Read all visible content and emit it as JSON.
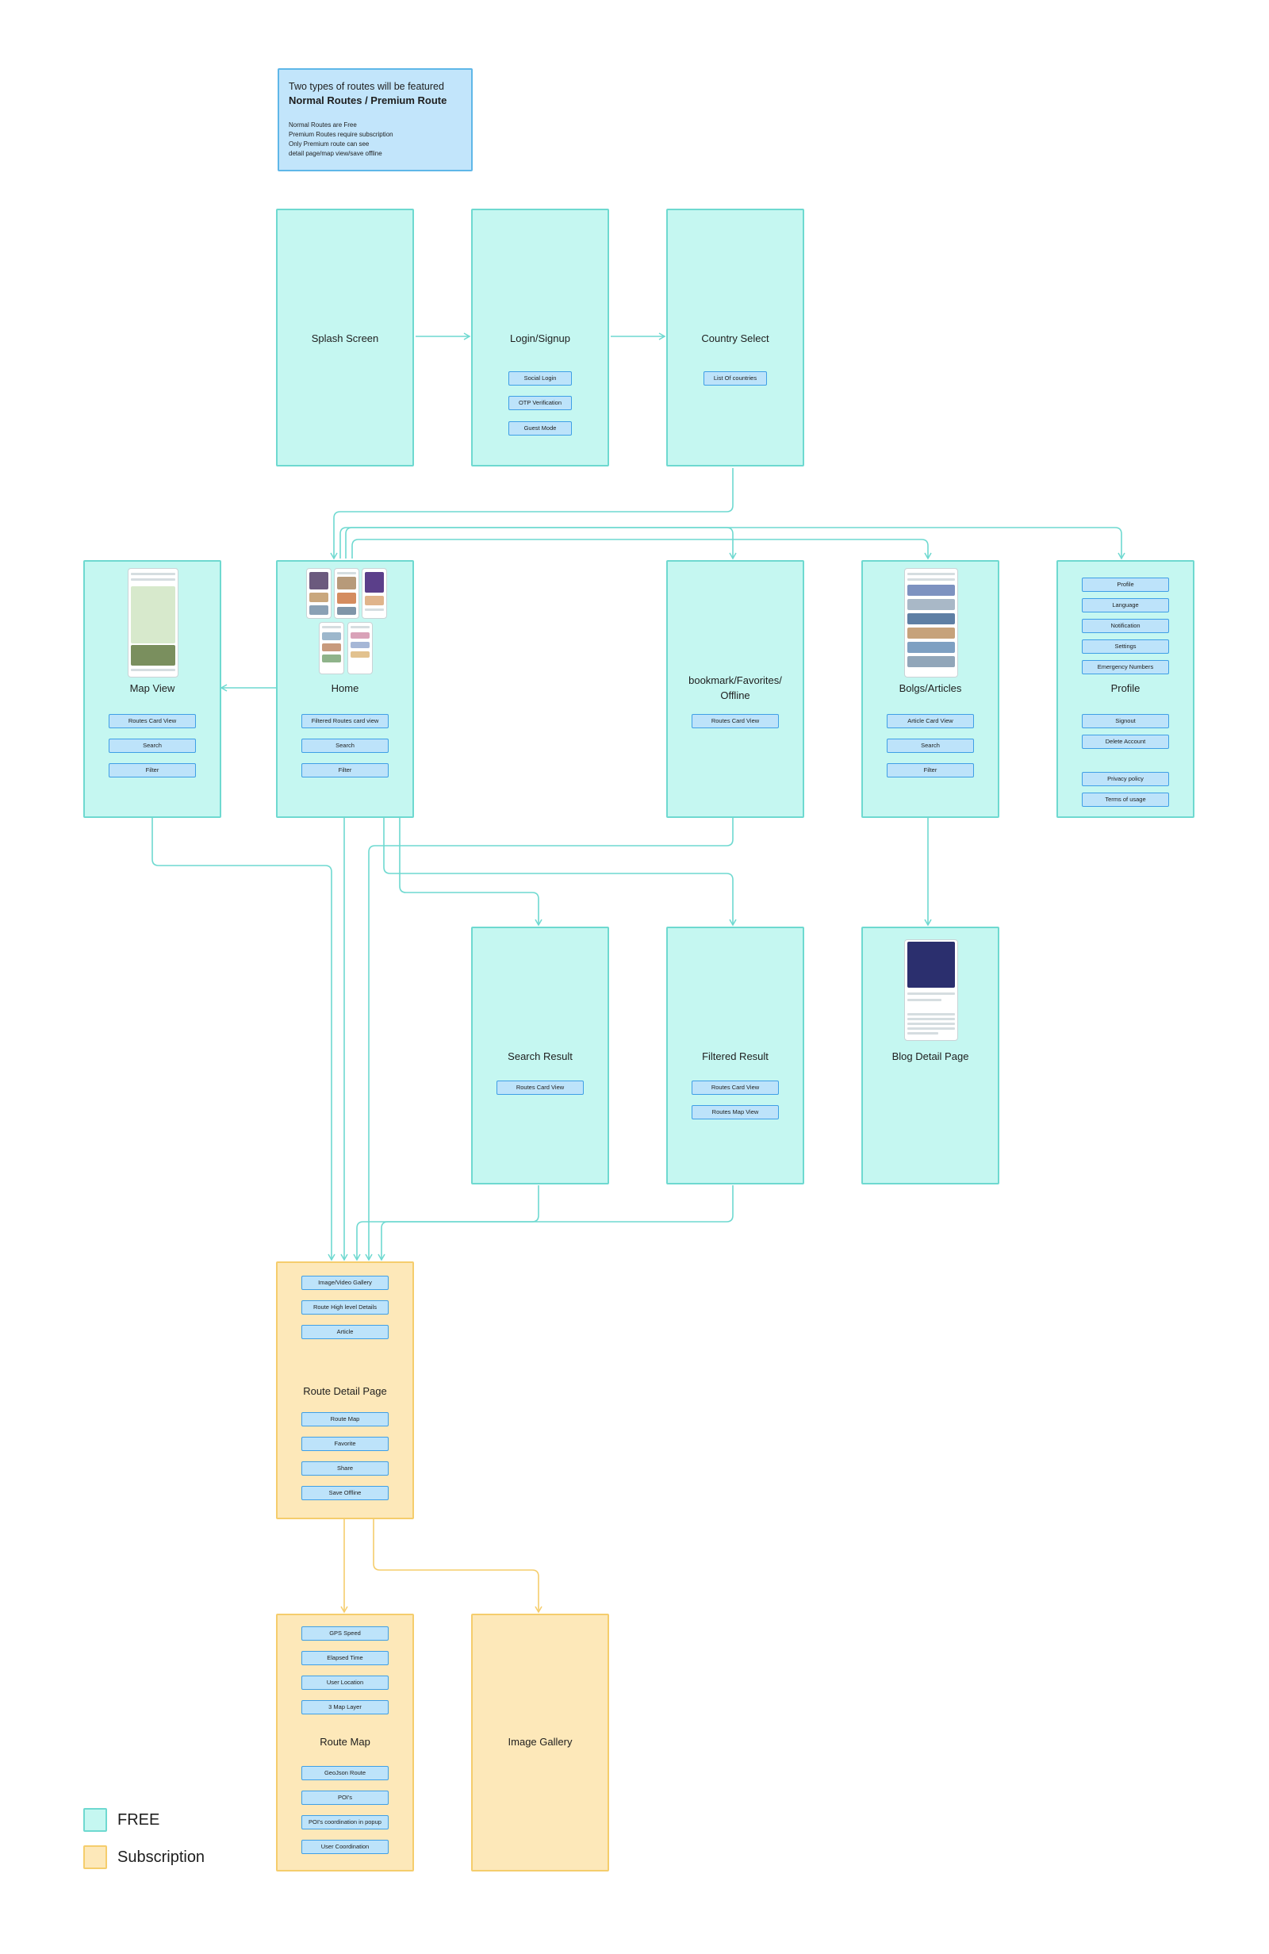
{
  "note": {
    "line1": "Two types of routes will be featured",
    "line2": "Normal Routes / Premium Route",
    "details": [
      "Normal Routes are Free",
      "Premium Routes require subscription",
      "Only Premium route can see",
      "detail page/map view/save offline"
    ]
  },
  "screens": {
    "splash": {
      "title": "Splash Screen"
    },
    "login": {
      "title": "Login/Signup",
      "items": [
        "Social Login",
        "OTP Verification",
        "Guest Mode"
      ]
    },
    "country": {
      "title": "Country Select",
      "items": [
        "List Of countries"
      ]
    },
    "map_view": {
      "title": "Map View",
      "items": [
        "Routes Card View",
        "Search",
        "Filter"
      ]
    },
    "home": {
      "title": "Home",
      "items": [
        "Filtered Routes card view",
        "Search",
        "Filter"
      ]
    },
    "bookmark": {
      "title_line1": "bookmark/Favorites/",
      "title_line2": "Offline",
      "items": [
        "Routes Card View"
      ]
    },
    "blogs": {
      "title": "Bolgs/Articles",
      "items": [
        "Article Card View",
        "Search",
        "Filter"
      ]
    },
    "profile": {
      "title": "Profile",
      "items_top": [
        "Profile",
        "Language",
        "Notification",
        "Settings",
        "Emergency Numbers"
      ],
      "items_mid": [
        "Signout",
        "Delete Account"
      ],
      "items_bottom": [
        "Privacy policy",
        "Terms of usage"
      ]
    },
    "search_result": {
      "title": "Search Result",
      "items": [
        "Routes Card View"
      ]
    },
    "filtered_result": {
      "title": "Filtered Result",
      "items": [
        "Routes Card View",
        "Routes Map View"
      ]
    },
    "blog_detail": {
      "title": "Blog Detail Page"
    },
    "route_detail": {
      "title": "Route Detail Page",
      "items_top": [
        "Image/Video Gallery",
        "Route High level Details",
        "Article"
      ],
      "items_bottom": [
        "Route Map",
        "Favorite",
        "Share",
        "Save Offline"
      ]
    },
    "route_map": {
      "title": "Route Map",
      "items_top": [
        "GPS Speed",
        "Elapsed Time",
        "User Location",
        "3 Map Layer"
      ],
      "items_bottom": [
        "GeoJson Route",
        "POI's",
        "POI's coordination in popup",
        "User Coordination"
      ]
    },
    "image_gallery": {
      "title": "Image Gallery"
    }
  },
  "legend": {
    "free": "FREE",
    "subscription": "Subscription"
  },
  "colors": {
    "free_fill": "#c5f7f1",
    "free_border": "#6ed9d0",
    "paid_fill": "#fde8b9",
    "paid_border": "#f5cd6c",
    "chip_fill": "#bde3fa",
    "chip_border": "#3f9fe6",
    "note_fill": "#c2e5fb",
    "connector_free": "#6ed9d0",
    "connector_paid": "#f5cd6c"
  }
}
